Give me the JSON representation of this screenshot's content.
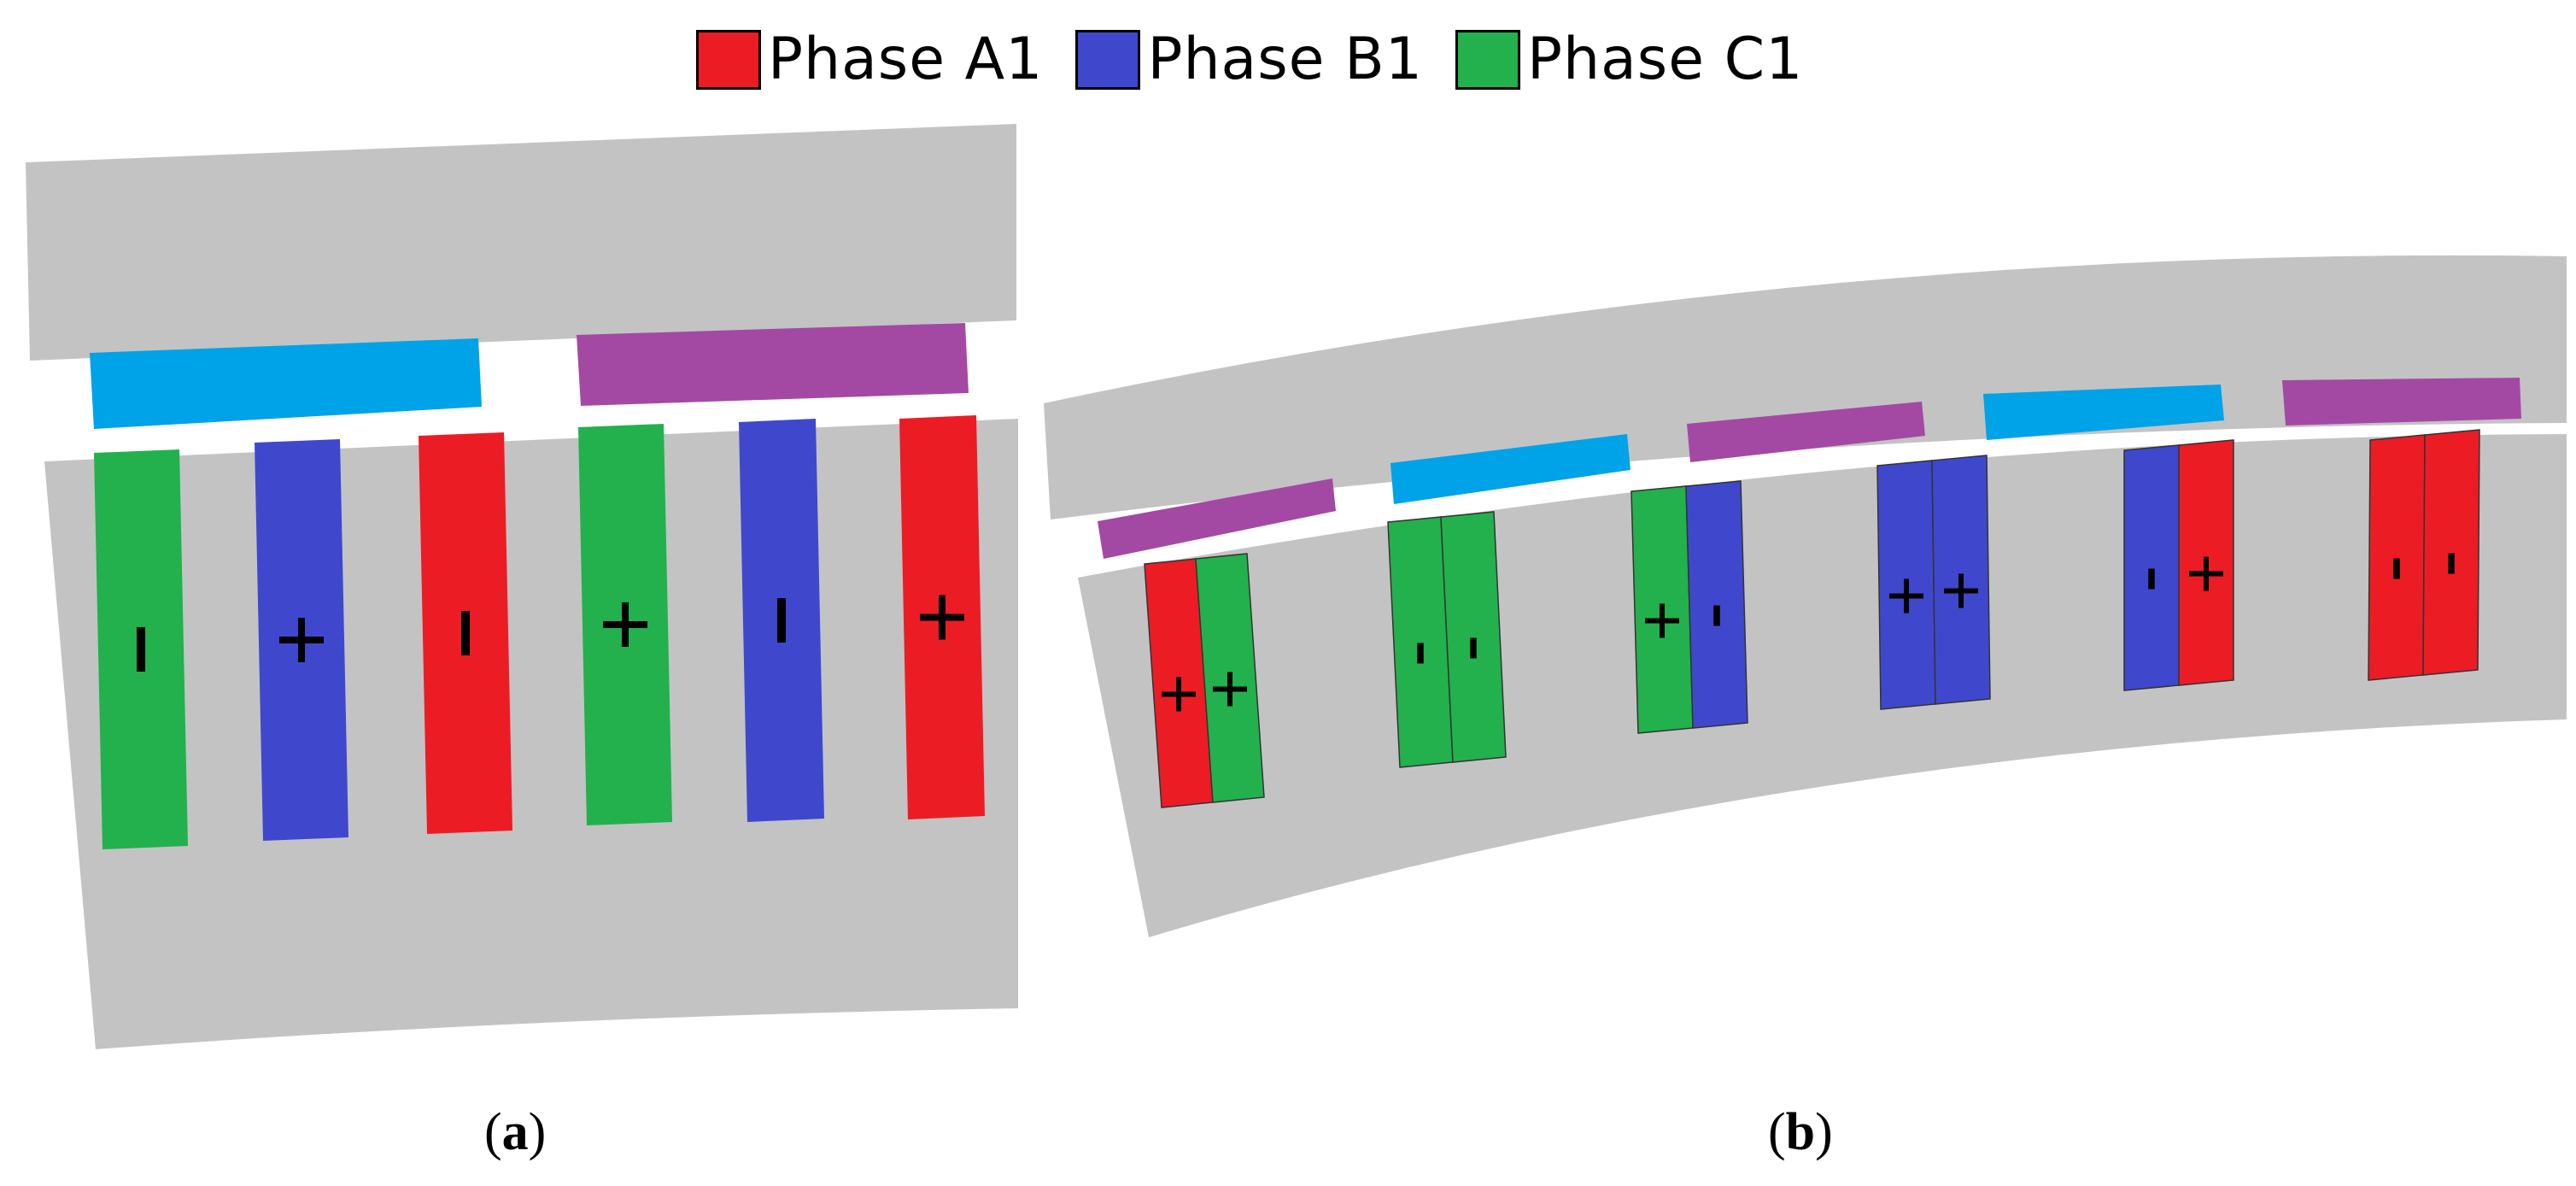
{
  "legend": {
    "items": [
      {
        "label": "Phase A1",
        "color": "#ec1c24"
      },
      {
        "label": "Phase B1",
        "color": "#3f48cc"
      },
      {
        "label": "Phase C1",
        "color": "#22b14c"
      }
    ]
  },
  "colors": {
    "core": "#c3c3c3",
    "magnet_cyan": "#00a2e8",
    "magnet_purple": "#a349a4",
    "phase_a": "#ec1c24",
    "phase_b": "#3f48cc",
    "phase_c": "#22b14c"
  },
  "panel_a": {
    "caption_label": "a",
    "magnets": [
      "cyan",
      "purple"
    ],
    "slots": [
      {
        "phase": "C1",
        "sign": "-"
      },
      {
        "phase": "B1",
        "sign": "+"
      },
      {
        "phase": "A1",
        "sign": "-"
      },
      {
        "phase": "C1",
        "sign": "+"
      },
      {
        "phase": "B1",
        "sign": "-"
      },
      {
        "phase": "A1",
        "sign": "+"
      }
    ]
  },
  "panel_b": {
    "caption_label": "b",
    "magnets": [
      "purple",
      "cyan",
      "purple",
      "cyan",
      "purple"
    ],
    "slots": [
      [
        {
          "phase": "A1",
          "sign": "+"
        },
        {
          "phase": "C1",
          "sign": "+"
        }
      ],
      [
        {
          "phase": "C1",
          "sign": "-"
        },
        {
          "phase": "C1",
          "sign": "-"
        }
      ],
      [
        {
          "phase": "C1",
          "sign": "+"
        },
        {
          "phase": "B1",
          "sign": "-"
        }
      ],
      [
        {
          "phase": "B1",
          "sign": "+"
        },
        {
          "phase": "B1",
          "sign": "+"
        }
      ],
      [
        {
          "phase": "B1",
          "sign": "-"
        },
        {
          "phase": "A1",
          "sign": "+"
        }
      ],
      [
        {
          "phase": "A1",
          "sign": "-"
        },
        {
          "phase": "A1",
          "sign": "-"
        }
      ]
    ]
  }
}
